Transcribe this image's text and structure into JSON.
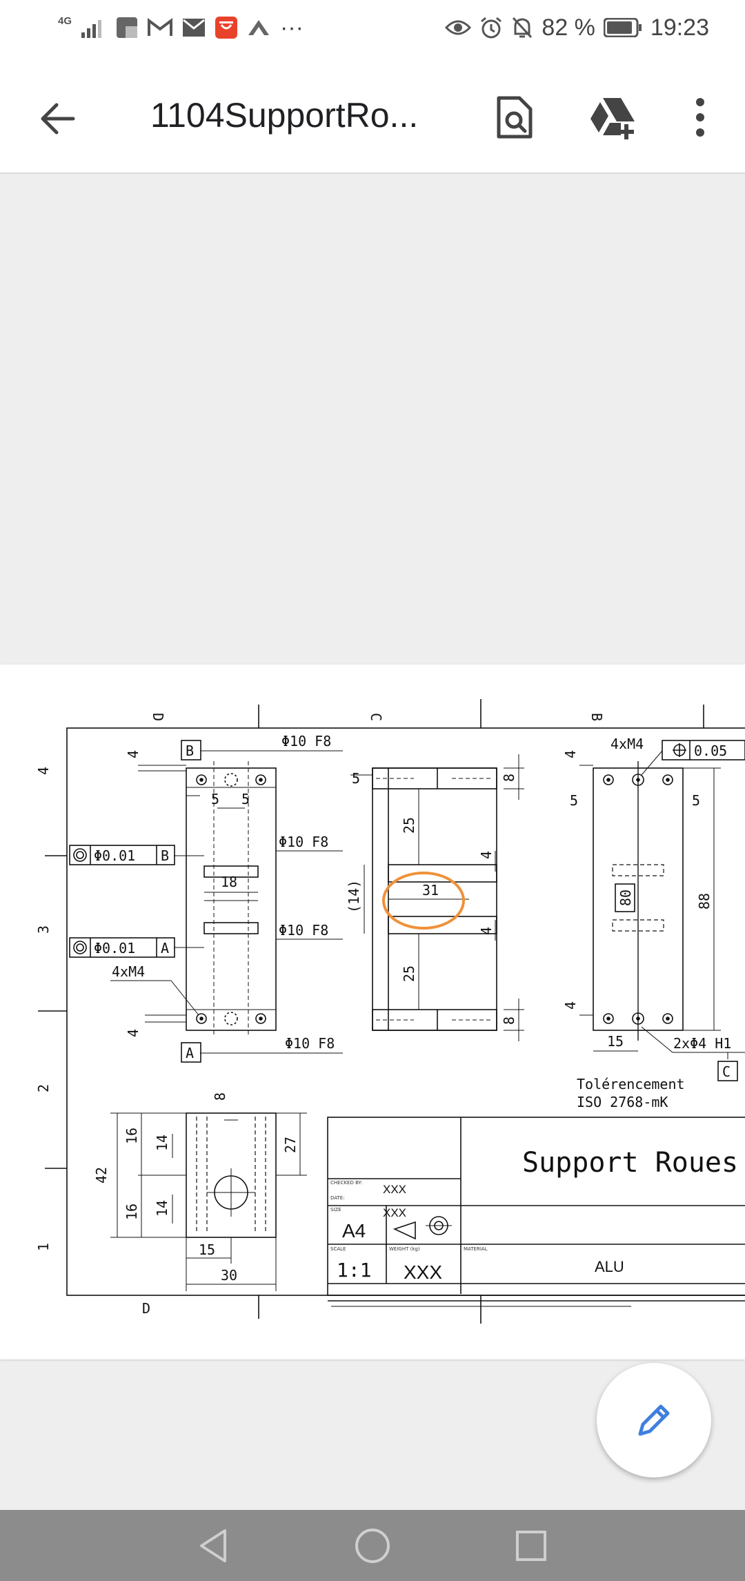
{
  "status_bar": {
    "network_label": "4G",
    "battery_percent": "82 %",
    "time": "19:23",
    "more_icons": "···"
  },
  "app_bar": {
    "title": "1104SupportRo...",
    "back_icon": "arrow-left-icon",
    "search_icon": "find-in-page-icon",
    "drive_icon": "add-to-drive-icon",
    "menu_icon": "more-vert-icon"
  },
  "drawing": {
    "zone_letters": [
      "D",
      "C",
      "B",
      "D"
    ],
    "row_numbers": [
      "4",
      "3",
      "2",
      "1"
    ],
    "datum_b": "B",
    "datum_a": "A",
    "datum_c": "C",
    "fit_1": "Φ10 F8",
    "fit_2": "Φ10 F8",
    "fit_3": "Φ10 F8",
    "fit_4": "Φ10 F8",
    "coax_b": "Φ0.01",
    "coax_b_ref": "B",
    "coax_a": "Φ0.01",
    "coax_a_ref": "A",
    "thread_left": "4xM4",
    "thread_right": "4xM4",
    "position_tol": "0.05",
    "hole_callout": "2xΦ4 H1",
    "dims": {
      "d4a": "4",
      "d5a": "5",
      "d5b": "5",
      "d18": "18",
      "d4b": "4",
      "d5c": "5",
      "d8a": "8",
      "d25a": "25",
      "d4c": "4",
      "d14p": "(14)",
      "d31": "31",
      "d4d": "4",
      "d25b": "25",
      "d8b": "8",
      "d4e": "4",
      "d5d": "5",
      "d5e": "5",
      "d80": "80",
      "d88": "88",
      "d4f": "4",
      "d15a": "15",
      "d8c": "8",
      "d16a": "16",
      "d14a": "14",
      "d27": "27",
      "d42": "42",
      "d16b": "16",
      "d14b": "14",
      "d15b": "15",
      "d30": "30"
    },
    "tolerance_line1": "Tolérencement",
    "tolerance_line2": "ISO 2768-mK",
    "title_block": {
      "part_name": "Support Roues",
      "checked_label": "CHECKED BY:",
      "checked_value": "XXX",
      "date_label": "DATE:",
      "date_value": "XXX",
      "size_label": "SIZE",
      "size_value": "A4",
      "scale_label": "SCALE",
      "scale_value": "1:1",
      "weight_label": "WEIGHT (kg)",
      "weight_value": "XXX",
      "material_label": "MATERIAL",
      "material_value": "ALU"
    }
  },
  "fab": {
    "icon": "pencil-edit-icon"
  },
  "nav_bar": {
    "back_icon": "nav-back-triangle-icon",
    "home_icon": "nav-home-circle-icon",
    "recents_icon": "nav-recents-square-icon"
  },
  "colors": {
    "highlight_ellipse": "#f0913a",
    "fab_icon": "#3f7fe0",
    "nav_bar": "#8c8c8c"
  }
}
